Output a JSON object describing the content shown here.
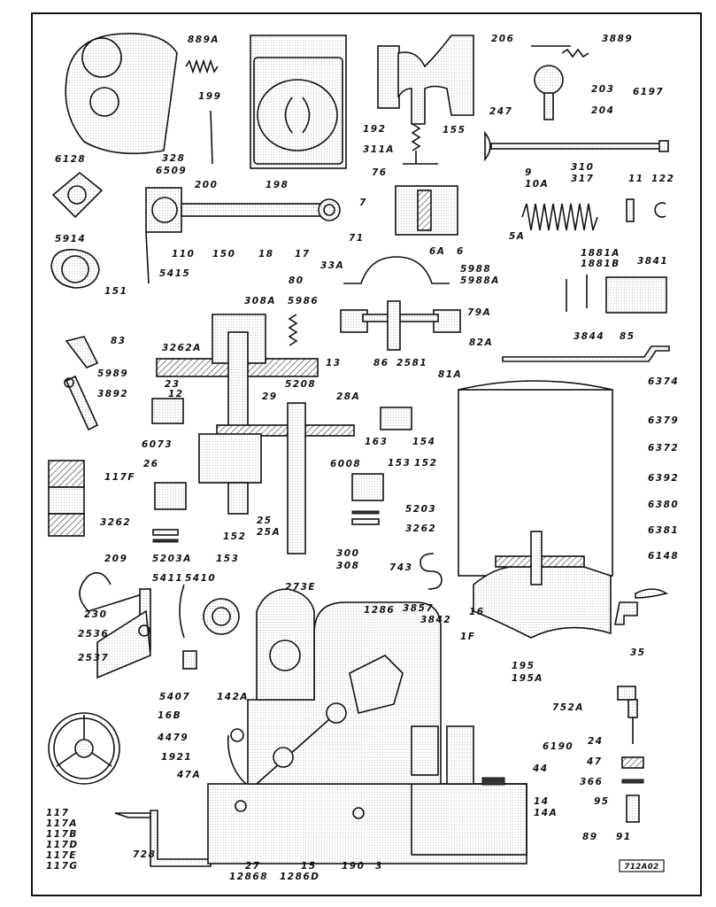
{
  "labels": {
    "l889A": "889A",
    "l199": "199",
    "l328": "328",
    "l6128": "6128",
    "l6509": "6509",
    "l200": "200",
    "l198": "198",
    "l5914": "5914",
    "l110": "110",
    "l150": "150",
    "l18": "18",
    "l17": "17",
    "l5415": "5415",
    "l151": "151",
    "l206": "206",
    "l3889": "3889",
    "l6197": "6197",
    "l203": "203",
    "l204": "204",
    "l192": "192",
    "l247": "247",
    "l155": "155",
    "l311A": "311A",
    "l76": "76",
    "l9": "9",
    "l10A": "10A",
    "l310": "310",
    "l317": "317",
    "l11": "11",
    "l122": "122",
    "l7": "7",
    "l71": "71",
    "l5A": "5A",
    "l6A": "6A",
    "l6": "6",
    "l33A": "33A",
    "l80": "80",
    "l308A": "308A",
    "l5986": "5986",
    "l5988": "5988",
    "l5988A": "5988A",
    "l79A": "79A",
    "l82A": "82A",
    "l86": "86",
    "l2581": "2581",
    "l81A": "81A",
    "l1881A": "1881A",
    "l1881B": "1881B",
    "l3841": "3841",
    "l3844": "3844",
    "l85": "85",
    "l83": "83",
    "l3262A": "3262A",
    "l13": "13",
    "l5989": "5989",
    "l5208": "5208",
    "l3892": "3892",
    "l23": "23",
    "l12": "12",
    "l29": "29",
    "l28A": "28A",
    "l6374": "6374",
    "l163": "163",
    "l154": "154",
    "l6073": "6073",
    "l6008": "6008",
    "l6379": "6379",
    "l26": "26",
    "l117F": "117F",
    "l6372": "6372",
    "l153a": "153",
    "l152a": "152",
    "l6392": "6392",
    "l25": "25",
    "l25A": "25A",
    "l152b": "152",
    "l3262a": "3262",
    "l5203": "5203",
    "l3262b": "3262",
    "l6380": "6380",
    "l6381": "6381",
    "l5203A": "5203A",
    "l153b": "153",
    "l300": "300",
    "l308": "308",
    "l743": "743",
    "l6148": "6148",
    "l209": "209",
    "l16": "16",
    "l5411": "5411",
    "l5410": "5410",
    "l273E": "273E",
    "l1286": "1286",
    "l3857": "3857",
    "l3842": "3842",
    "l1F": "1F",
    "l230": "230",
    "l2536": "2536",
    "l2537": "2537",
    "l35": "35",
    "l195": "195",
    "l195A": "195A",
    "l5407": "5407",
    "l142A": "142A",
    "l16B": "16B",
    "l752A": "752A",
    "l4479": "4479",
    "l24": "24",
    "l6190": "6190",
    "l1921": "1921",
    "l47": "47",
    "l44": "44",
    "l47A": "47A",
    "l366": "366",
    "l14": "14",
    "l14A": "14A",
    "l95": "95",
    "l117": "117",
    "l117A": "117A",
    "l117B": "117B",
    "l117D": "117D",
    "l117E": "117E",
    "l117G": "117G",
    "l728": "728",
    "l89": "89",
    "l91": "91",
    "l27": "27",
    "l15": "15",
    "l190": "190",
    "l3": "3",
    "l12868": "12868",
    "l1286D": "1286D"
  },
  "plate_id": "712A02"
}
